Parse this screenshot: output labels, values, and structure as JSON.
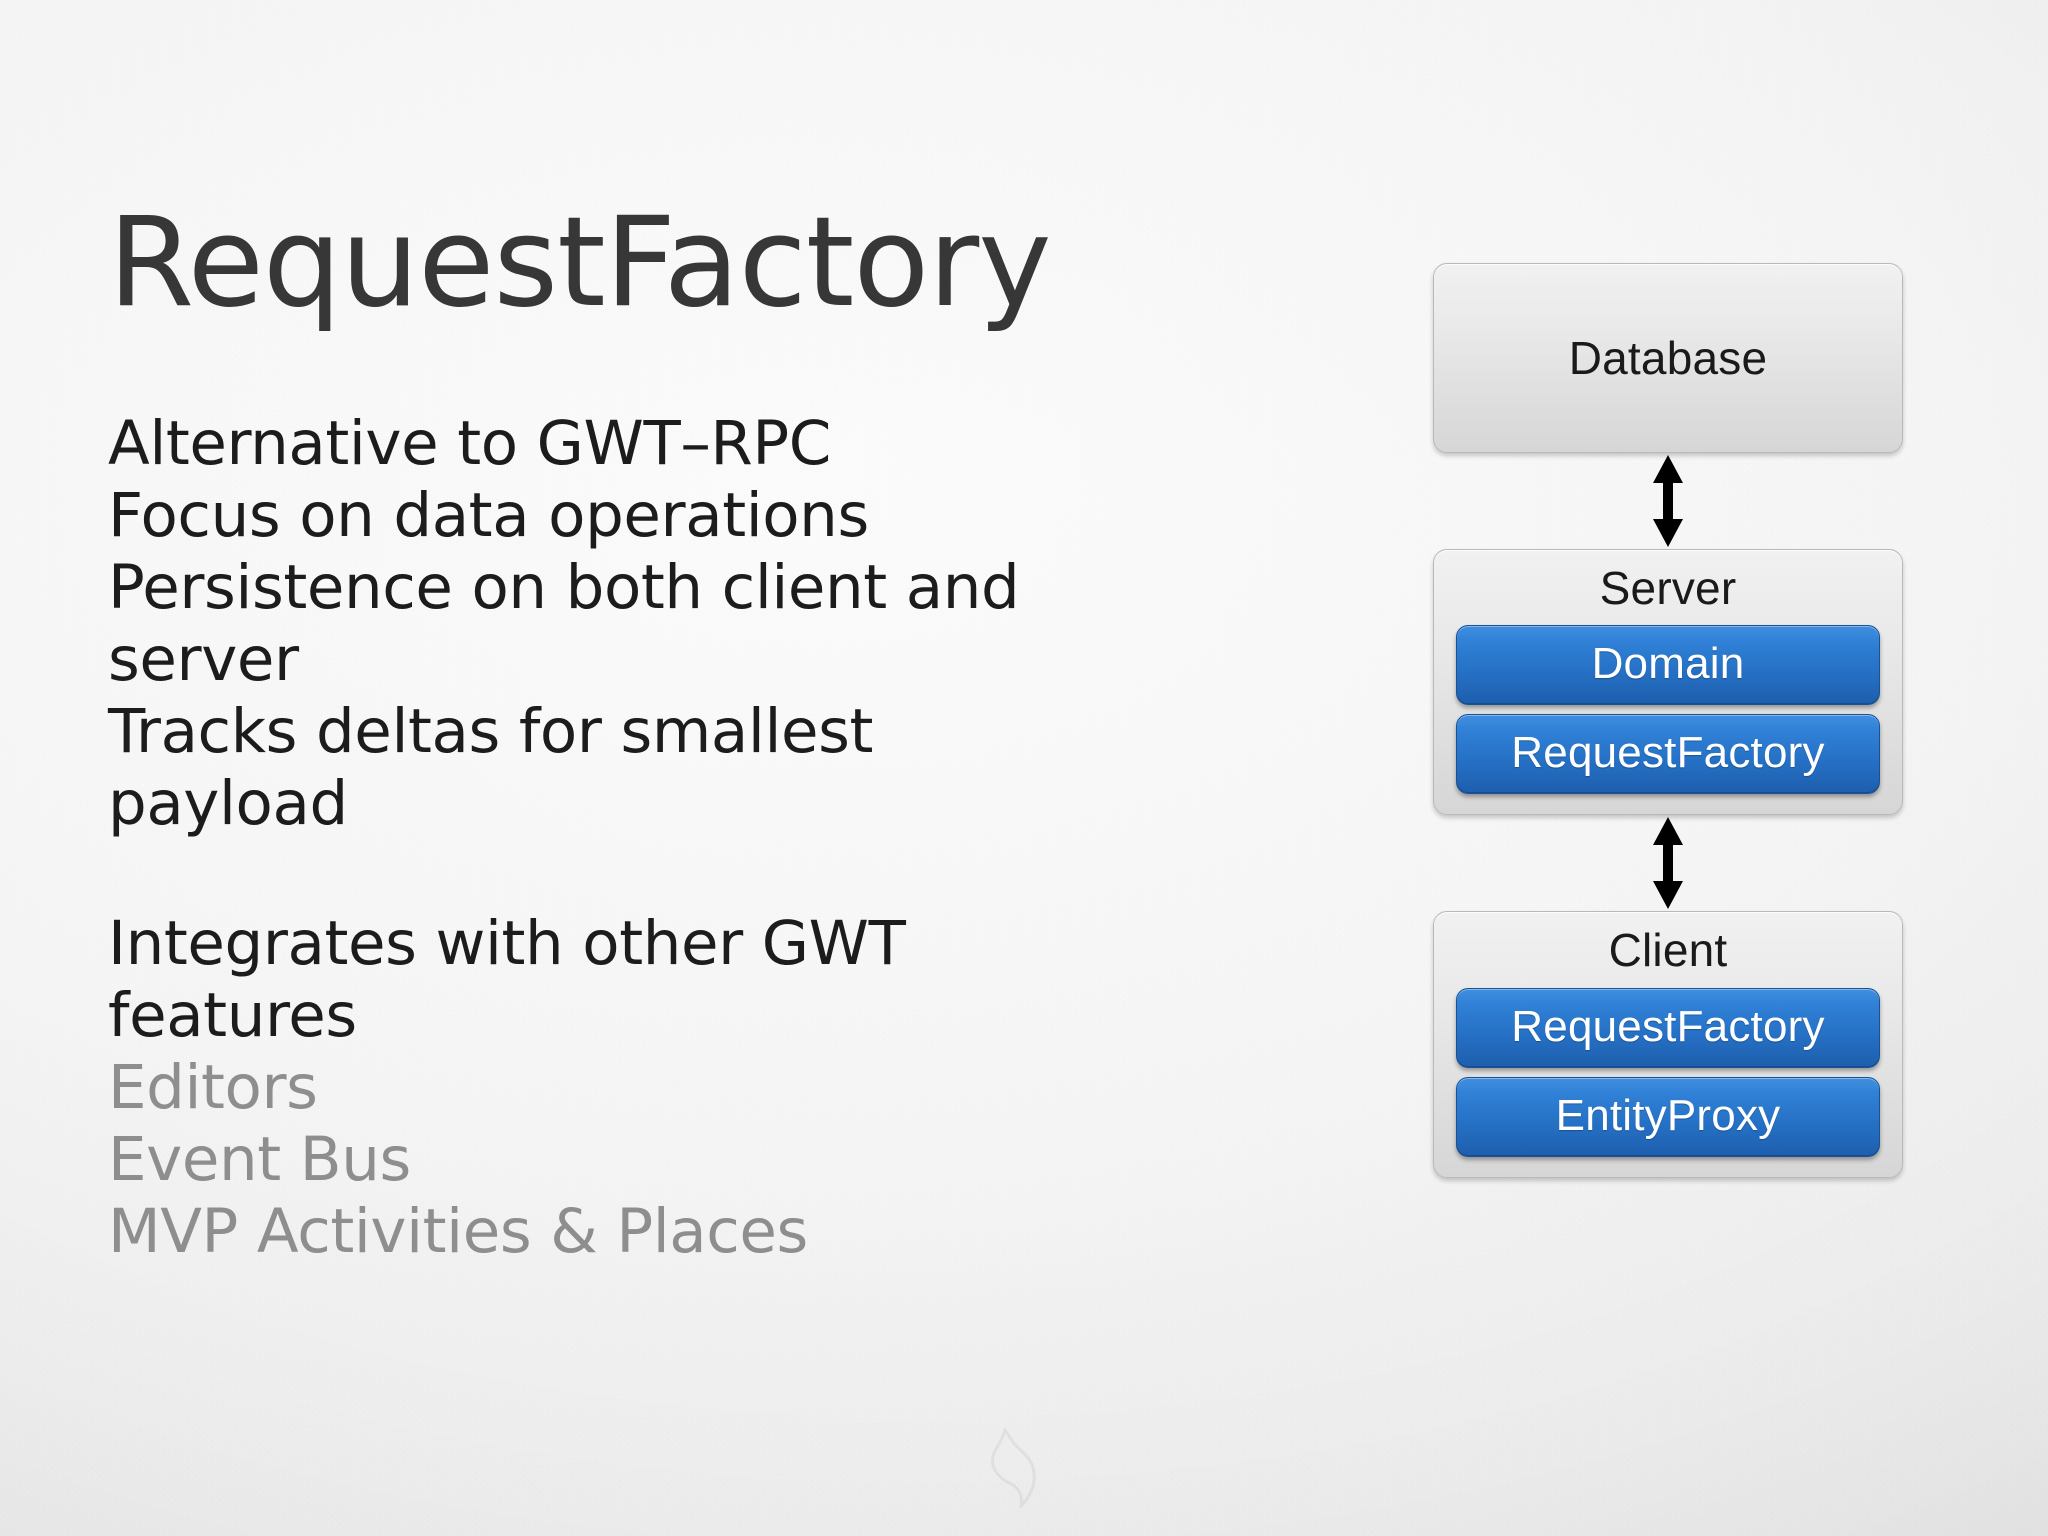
{
  "slide": {
    "title": "RequestFactory",
    "bullet_groups": [
      {
        "id": "features",
        "lines": [
          {
            "text": "Alternative to GWT–RPC",
            "dim": false
          },
          {
            "text": "Focus on data operations",
            "dim": false
          },
          {
            "text": "Persistence on both client and server",
            "dim": false
          },
          {
            "text": "Tracks deltas for smallest payload",
            "dim": false
          }
        ]
      },
      {
        "id": "integration",
        "lines": [
          {
            "text": "Integrates with other GWT features",
            "dim": false
          },
          {
            "text": "Editors",
            "dim": true
          },
          {
            "text": "Event Bus",
            "dim": true
          },
          {
            "text": "MVP Activities & Places",
            "dim": true
          }
        ]
      }
    ],
    "diagram": {
      "database": {
        "label": "Database"
      },
      "arrow_db_server": {
        "name": "bidirectional-arrow"
      },
      "server": {
        "label": "Server",
        "chips": [
          {
            "label": "Domain"
          },
          {
            "label": "RequestFactory"
          }
        ]
      },
      "arrow_server_client": {
        "name": "bidirectional-arrow"
      },
      "client": {
        "label": "Client",
        "chips": [
          {
            "label": "RequestFactory"
          },
          {
            "label": "EntityProxy"
          }
        ]
      }
    },
    "colors": {
      "title_text": "#373737",
      "body_text": "#1c1c1c",
      "dim_text": "#8e8e8e",
      "chip_blue_top": "#3f8ee0",
      "chip_blue_bottom": "#1e5ead",
      "chip_border": "#1a5296",
      "panel_border": "#b9b9b9",
      "background": "#f2f2f2"
    }
  }
}
